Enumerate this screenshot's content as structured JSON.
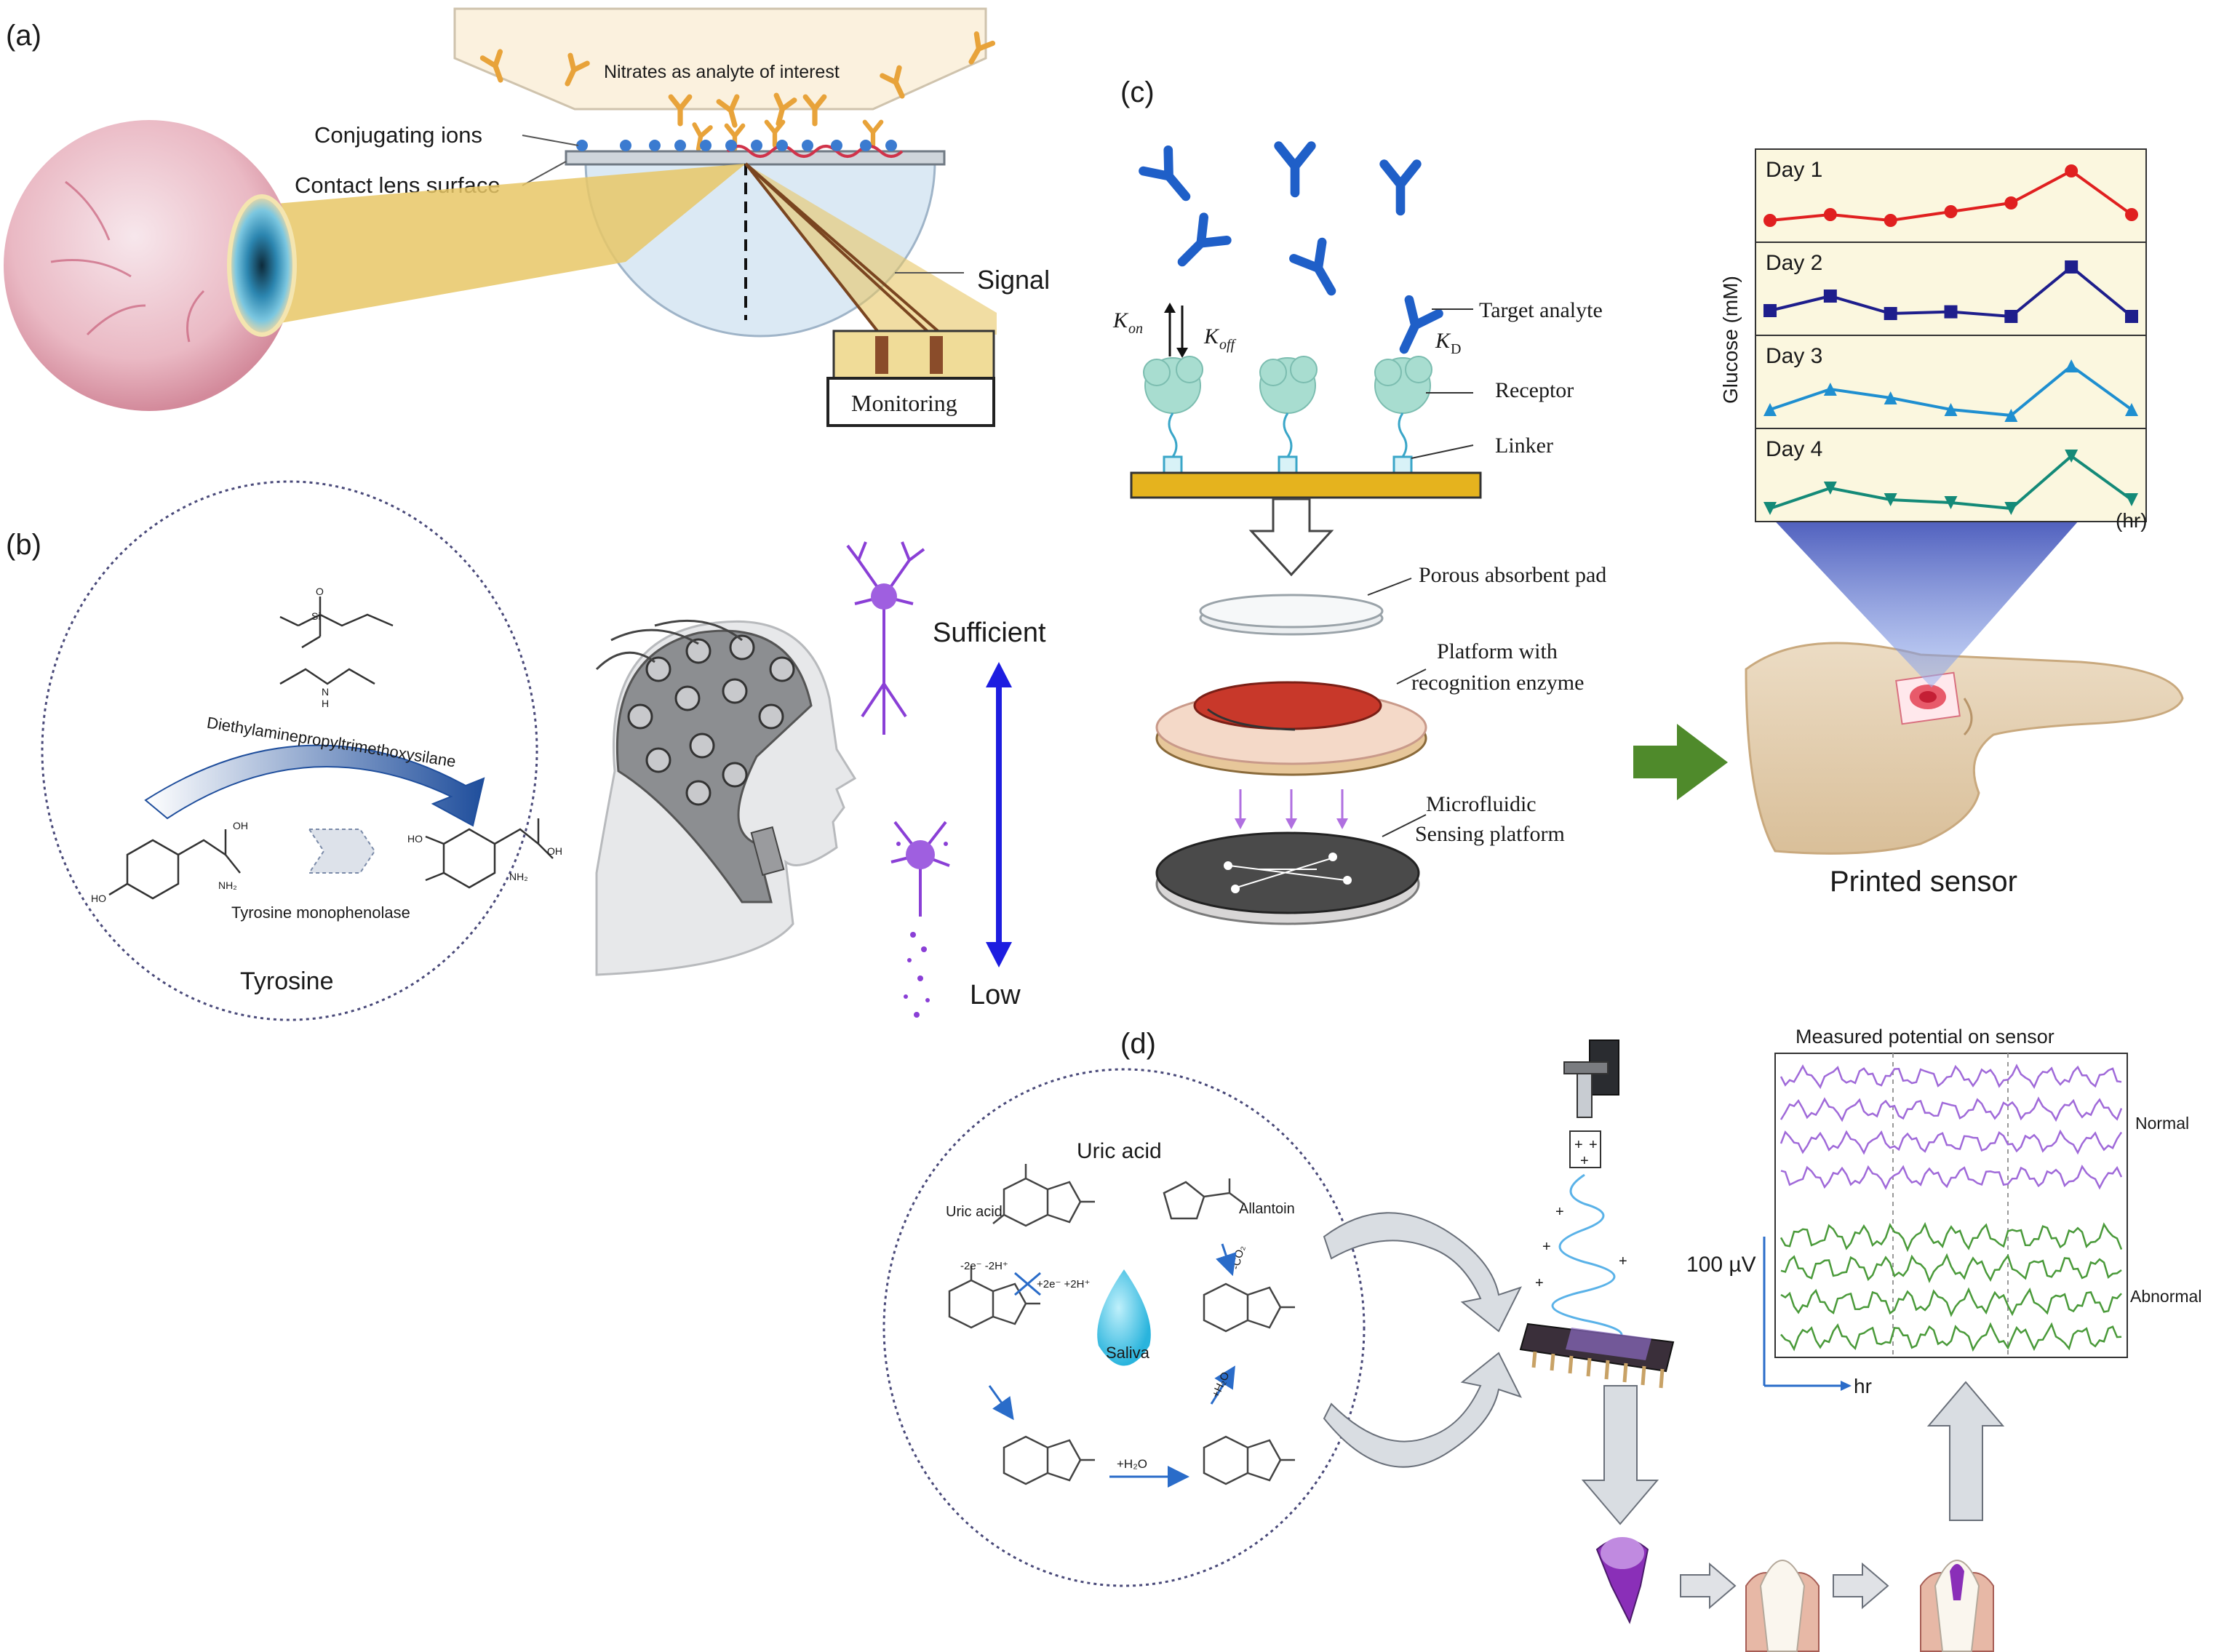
{
  "panels": {
    "a": {
      "label": "(a)",
      "analyte_text": "Nitrates as analyte of interest",
      "conjugating_ions": "Conjugating ions",
      "contact_lens_surface": "Contact lens surface",
      "signal": "Signal",
      "monitoring": "Monitoring"
    },
    "b": {
      "label": "(b)",
      "reagent": "Diethylaminepropyltrimethoxysilane",
      "enzyme": "Tyrosine monophenolase",
      "caption": "Tyrosine",
      "oh": "OH",
      "nh2": "NH₂",
      "ho": "HO",
      "o": "O",
      "n": "N",
      "h": "H",
      "si": "Si",
      "sufficient": "Sufficient",
      "low": "Low"
    },
    "c": {
      "label": "(c)",
      "kon": "K",
      "kon_sub": "on",
      "koff": "K",
      "koff_sub": "off",
      "kd": "K",
      "kd_sub": "D",
      "target_analyte": "Target analyte",
      "receptor": "Receptor",
      "linker": "Linker",
      "porous_pad": "Porous absorbent pad",
      "platform_line1": "Platform with",
      "platform_line2": "recognition enzyme",
      "microfluidic_line1": "Microfluidic",
      "microfluidic_line2": "Sensing platform",
      "printed_sensor": "Printed sensor",
      "chart_ylabel": "Glucose (mM)",
      "chart_xunit": "(hr)"
    },
    "d": {
      "label": "(d)",
      "circle_title": "Uric acid",
      "uric_acid": "Uric acid",
      "allantoin": "Allantoin",
      "saliva": "Saliva",
      "redox_left": "-2e⁻ -2H⁺",
      "redox_right": "+2e⁻ +2H⁺",
      "h2o_bottom": "+H₂O",
      "h2o_right": "+H₂O",
      "co2": "-CO₂",
      "eeg_title": "Measured potential on sensor",
      "normal": "Normal",
      "abnormal": "Abnormal",
      "scale": "100 µV",
      "x_unit": "hr",
      "plus": "+"
    }
  },
  "colors": {
    "analyte": "#e8a33a",
    "antibody": "#1f5fc8",
    "lens_wave": "#d0334a",
    "gold": "#e5b31e",
    "receptor": "#a8ddd0",
    "arrow_blue": "#1d1de0",
    "neuron": "#8a3fd6",
    "green_arrow": "#4f8a2b",
    "eeg_normal": "#a06ad9",
    "eeg_abnormal": "#4a9a3a"
  },
  "chart_data": {
    "type": "line",
    "ylabel": "Glucose (mM)",
    "xlabel": "(hr)",
    "x": [
      1,
      2,
      3,
      4,
      5,
      6,
      7
    ],
    "grid": false,
    "series": [
      {
        "name": "Day 1",
        "values": [
          0.15,
          0.25,
          0.15,
          0.3,
          0.45,
          1.0,
          0.25
        ],
        "color": "#e02020",
        "marker": "circle"
      },
      {
        "name": "Day 2",
        "values": [
          0.2,
          0.45,
          0.15,
          0.18,
          0.1,
          0.95,
          0.1
        ],
        "color": "#1e1e8c",
        "marker": "square"
      },
      {
        "name": "Day 3",
        "values": [
          0.1,
          0.45,
          0.3,
          0.1,
          0.0,
          0.85,
          0.1
        ],
        "color": "#1f8fd0",
        "marker": "triangle-up"
      },
      {
        "name": "Day 4",
        "values": [
          0.0,
          0.35,
          0.15,
          0.1,
          0.0,
          0.9,
          0.15
        ],
        "color": "#148a78",
        "marker": "triangle-down"
      }
    ]
  }
}
